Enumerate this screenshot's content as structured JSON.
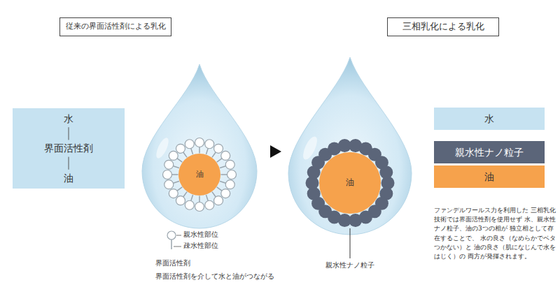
{
  "diagram": {
    "nodes": [
      {
        "text": [
          "従来の界面活性剤による乳化"
        ]
      },
      {
        "text": [
          "三相乳化による乳化"
        ]
      },
      {
        "text": [
          "水",
          "界面活性剤",
          "油"
        ]
      },
      {
        "text": [
          "油"
        ]
      },
      {
        "text": [
          "油"
        ]
      },
      {
        "text": [
          "水"
        ]
      },
      {
        "text": [
          "親水性ナノ粒子"
        ]
      },
      {
        "text": [
          "油"
        ]
      }
    ],
    "labels": [
      "親水性部位",
      "疎水性部位",
      "界面活性剤",
      "界面活性剤を介して水と油がつながる",
      "親水性ナノ粒子",
      "ファンデルワールス力を利用した 三相乳化技術では界面活性剤を使用せず 水、親水性ナノ粒子、油の3つの相が 独立相として存在することで、 水の良さ（なめらかでベタつかない）と 油の良さ（肌になじんで水をはじく）の 両方が発揮されます。"
    ]
  }
}
